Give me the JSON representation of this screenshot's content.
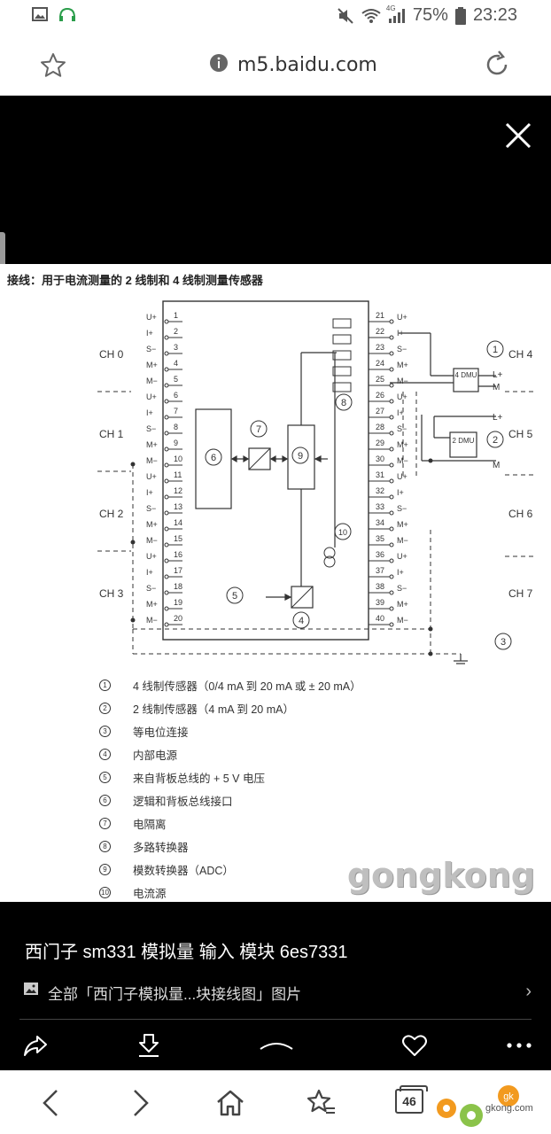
{
  "status_bar": {
    "battery": "75%",
    "time": "23:23",
    "network": "4G"
  },
  "address_bar": {
    "url": "m5.baidu.com"
  },
  "diagram": {
    "title": "接线：用于电流测量的 2 线制和 4 线制测量传感器",
    "channels_left": [
      "CH 0",
      "CH 1",
      "CH 2",
      "CH 3"
    ],
    "channels_right": [
      "CH 4",
      "CH 5",
      "CH 6",
      "CH 7"
    ],
    "pin_labels_left": [
      "U+",
      "I+",
      "S−",
      "M+",
      "M−",
      "U+",
      "I+",
      "S−",
      "M+",
      "M−",
      "U+",
      "I+",
      "S−",
      "M+",
      "M−",
      "U+",
      "I+",
      "S−",
      "M+",
      "M−"
    ],
    "pin_labels_right": [
      "U+",
      "I+",
      "S−",
      "M+",
      "M−",
      "U+",
      "I+",
      "S−",
      "M+",
      "M−",
      "U+",
      "I+",
      "S−",
      "M+",
      "M−",
      "U+",
      "I+",
      "S−",
      "M+",
      "M−"
    ],
    "dmu_4": "4 DMU",
    "dmu_2": "2 DMU",
    "term_lplus": "L+",
    "term_m": "M",
    "legend": [
      {
        "num": "1",
        "text": "4 线制传感器（0/4 mA 到 20 mA 或 ± 20 mA）"
      },
      {
        "num": "2",
        "text": "2 线制传感器（4 mA 到 20 mA）"
      },
      {
        "num": "3",
        "text": "等电位连接"
      },
      {
        "num": "4",
        "text": "内部电源"
      },
      {
        "num": "5",
        "text": "来自背板总线的 + 5 V 电压"
      },
      {
        "num": "6",
        "text": "逻辑和背板总线接口"
      },
      {
        "num": "7",
        "text": "电隔离"
      },
      {
        "num": "8",
        "text": "多路转换器"
      },
      {
        "num": "9",
        "text": "模数转换器（ADC）"
      },
      {
        "num": "10",
        "text": "电流源"
      }
    ],
    "watermark": "gongkong"
  },
  "caption": {
    "title": "西门子 sm331 模拟量 输入 模块 6es7331",
    "album_link": "全部「西门子模拟量...块接线图」图片"
  },
  "bottom_nav": {
    "tab_count": "46",
    "site_logo_text": "gkong.com"
  },
  "icons": {
    "star": "star-icon",
    "info": "info-icon",
    "reload": "reload-icon",
    "close": "close-icon",
    "share": "share-icon",
    "download": "download-icon",
    "collapse": "chevron-up-icon",
    "like": "heart-icon",
    "more": "more-icon",
    "back": "back-icon",
    "forward": "forward-icon",
    "home": "home-icon",
    "bookmarks": "bookmarks-icon",
    "tabs": "tabs-icon"
  }
}
